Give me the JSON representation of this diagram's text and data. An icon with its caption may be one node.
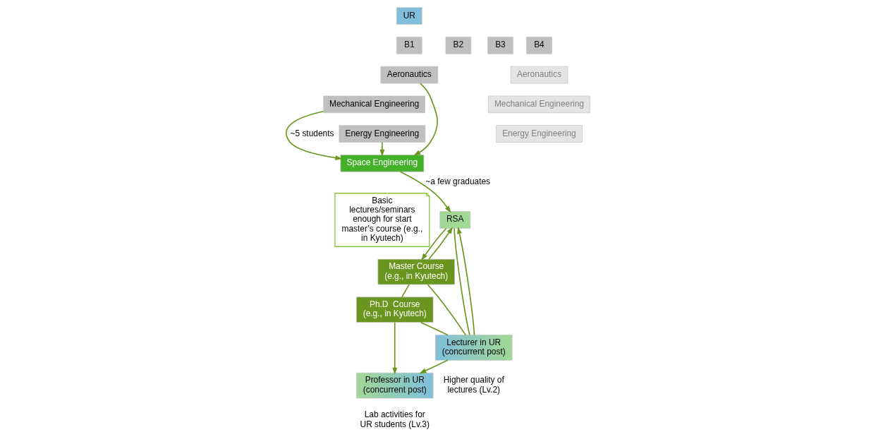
{
  "diagram": {
    "nodes": [
      {
        "text": [
          "UR"
        ]
      },
      {
        "text": [
          "B1"
        ]
      },
      {
        "text": [
          "B2"
        ]
      },
      {
        "text": [
          "B3"
        ]
      },
      {
        "text": [
          "B4"
        ]
      },
      {
        "text": [
          "Aeronautics"
        ]
      },
      {
        "text": [
          "Mechanical Engineering"
        ]
      },
      {
        "text": [
          "Energy Engineering"
        ]
      },
      {
        "text": [
          "Aeronautics"
        ]
      },
      {
        "text": [
          "Mechanical Engineering"
        ]
      },
      {
        "text": [
          "Energy Engineering"
        ]
      },
      {
        "text": [
          "Space Engineering"
        ]
      },
      {
        "text": [
          "Basic lectures/seminars enough for start master’s course (e.g., in Kyutech)"
        ]
      },
      {
        "text": [
          "RSA"
        ]
      },
      {
        "text": [
          "Master Course",
          "(e.g., in Kyutech)"
        ]
      },
      {
        "text": [
          "Lecturer in UR (concurrent post)"
        ],
        "beside": [
          "Higher quality of lectures (Lv.2)"
        ]
      },
      {
        "text": [
          "Ph.D  Course",
          "(e.g., in Kyutech)"
        ]
      },
      {
        "text": [
          "Professor in UR",
          "(concurrent post)"
        ],
        "beside": [
          "Lab activities for UR students (Lv.3)"
        ]
      }
    ],
    "edges": [
      {
        "from": 5,
        "to": 11,
        "arrow": "to"
      },
      {
        "from": 6,
        "to": 11,
        "arrow": "to",
        "label": "~5 students"
      },
      {
        "from": 7,
        "to": 11,
        "arrow": "to"
      },
      {
        "from": 11,
        "to": 13,
        "arrow": "to",
        "label": "~a few graduates"
      },
      {
        "from": 13,
        "to": 14,
        "arrow": "to"
      },
      {
        "from": 14,
        "to": 13,
        "arrow": "to"
      },
      {
        "from": 14,
        "to": 15,
        "arrow": "none"
      },
      {
        "from": 13,
        "to": 15,
        "arrow": "none"
      },
      {
        "from": 14,
        "to": 16,
        "arrow": "none"
      },
      {
        "from": 16,
        "to": 17,
        "arrow": "to"
      },
      {
        "from": 16,
        "to": 15,
        "arrow": "none"
      },
      {
        "from": 15,
        "to": 13,
        "arrow": "to"
      },
      {
        "from": 15,
        "to": 17,
        "arrow": "to"
      }
    ]
  }
}
